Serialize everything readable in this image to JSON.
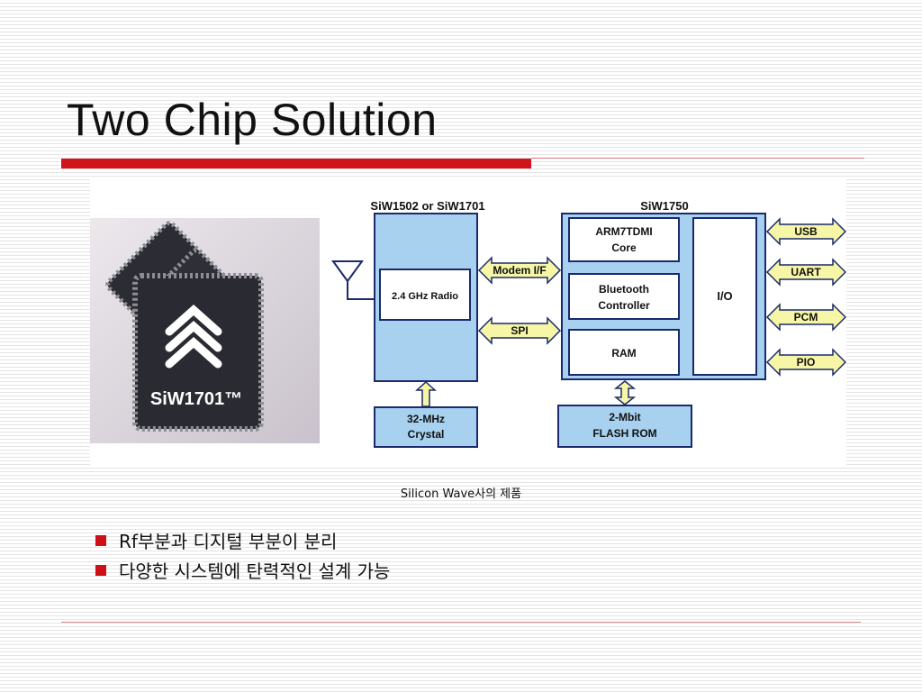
{
  "slide": {
    "title": "Two Chip Solution",
    "caption": "Silicon Wave사의 제품",
    "bullets": [
      "Rf부분과 디지털 부분이 분리",
      "다양한 시스템에 탄력적인 설계 가능"
    ],
    "accent_color": "#d0141b"
  },
  "diagram": {
    "chip_label": "SiW1701™",
    "radio_chip": {
      "title": "SiW1502 or SiW1701",
      "radio": "2.4 GHz Radio",
      "crystal": [
        "32-MHz",
        "Crystal"
      ]
    },
    "interfaces": [
      "Modem I/F",
      "SPI"
    ],
    "baseband_chip": {
      "title": "SiW1750",
      "core": [
        "ARM7TDMI",
        "Core"
      ],
      "controller": [
        "Bluetooth",
        "Controller"
      ],
      "ram": "RAM",
      "io": "I/O",
      "flash": [
        "2-Mbit",
        "FLASH ROM"
      ]
    },
    "ports": [
      "USB",
      "UART",
      "PCM",
      "PIO"
    ],
    "colors": {
      "chip_fill": "#a7d1ef",
      "arrow_fill": "#f6f6a6",
      "block_border": "#1a2a6c"
    }
  }
}
